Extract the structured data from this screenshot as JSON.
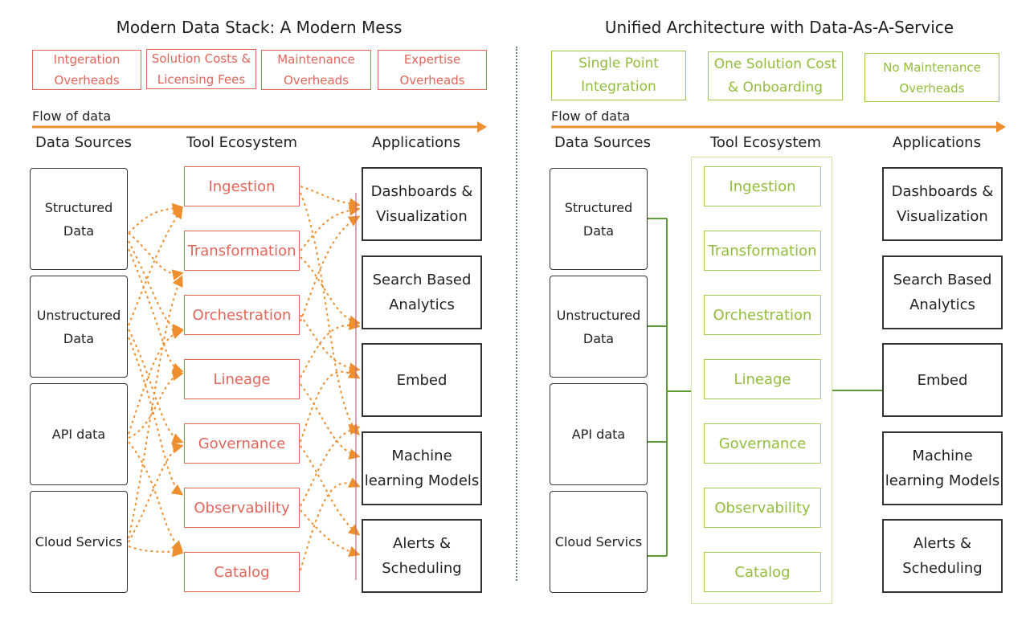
{
  "left": {
    "title": "Modern Data Stack: A Modern Mess",
    "overheads": [
      "Intgeration\nOverheads",
      "Solution Costs &\nLicensing Fees",
      "Maintenance\nOverheads",
      "Expertise\nOverheads"
    ],
    "flow_label": "Flow of data",
    "headers": {
      "sources": "Data Sources",
      "tools": "Tool Ecosystem",
      "apps": "Applications"
    },
    "sources": [
      "Structured\nData",
      "Unstructured\nData",
      "API data",
      "Cloud Servics"
    ],
    "tools": [
      "Ingestion",
      "Transformation",
      "Orchestration",
      "Lineage",
      "Governance",
      "Observability",
      "Catalog"
    ],
    "apps": [
      "Dashboards &\nVisualization",
      "Search Based\nAnalytics",
      "Embed",
      "Machine\nlearning Models",
      "Alerts &\nScheduling"
    ]
  },
  "right": {
    "title": "Unified Architecture with Data-As-A-Service",
    "benefits": [
      "Single Point\nIntegration",
      "One Solution Cost\n& Onboarding",
      "No Maintenance\nOverheads"
    ],
    "flow_label": "Flow of data",
    "headers": {
      "sources": "Data Sources",
      "tools": "Tool Ecosystem",
      "apps": "Applications"
    },
    "sources": [
      "Structured\nData",
      "Unstructured\nData",
      "API data",
      "Cloud Servics"
    ],
    "tools": [
      "Ingestion",
      "Transformation",
      "Orchestration",
      "Lineage",
      "Governance",
      "Observability",
      "Catalog"
    ],
    "apps": [
      "Dashboards &\nVisualization",
      "Search Based\nAnalytics",
      "Embed",
      "Machine\nlearning Models",
      "Alerts &\nScheduling"
    ]
  },
  "colors": {
    "mess": "#e2655a",
    "unified": "#9ec74a",
    "arrow": "#ee8f2f"
  }
}
